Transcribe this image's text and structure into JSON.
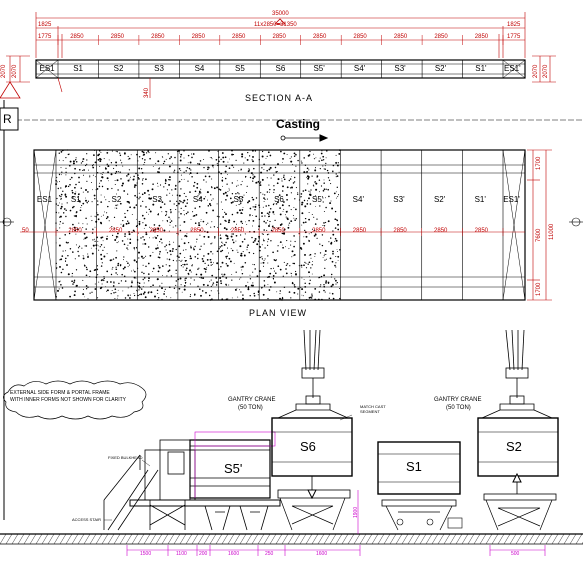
{
  "section": {
    "title": "SECTION A-A",
    "overall_dim": "35000",
    "spans_dim": "11x2850=31350",
    "end_dims_outer": [
      "1825",
      "1825"
    ],
    "end_dims_inner": [
      "1775",
      "1775"
    ],
    "seg_dims": [
      "2850",
      "2850",
      "2850",
      "2850",
      "2850",
      "2850",
      "2850",
      "2850",
      "2850",
      "2850",
      "2850"
    ],
    "segments": [
      "ES1",
      "S1",
      "S2",
      "S3",
      "S4",
      "S5",
      "S6",
      "S5'",
      "S4'",
      "S3'",
      "S2'",
      "S1'",
      "ES1'"
    ],
    "side_dims": [
      "2070",
      "2070",
      "2070",
      "2070"
    ],
    "small_dim": "340"
  },
  "plan": {
    "title": "PLAN VIEW",
    "casting_label": "Casting",
    "segments": [
      "ES1",
      "S1",
      "S2",
      "S3",
      "S4",
      "S5",
      "S6",
      "S5'",
      "S4'",
      "S3'",
      "S2'",
      "S1'",
      "ES1'"
    ],
    "mid_dims": [
      "50",
      "2850",
      "2850",
      "2850",
      "2850",
      "2850",
      "2850",
      "2850",
      "2850",
      "2850",
      "2850",
      "2850"
    ],
    "right_dims": [
      "1700",
      "11000",
      "7600",
      "1700"
    ]
  },
  "elevation": {
    "note_line1": "EXTERNAL SIDE FORM & PORTAL FRAME",
    "note_line2": "WITH INNER FORMS NOT SHOWN FOR CLARITY",
    "crane1_line1": "GANTRY CRANE",
    "crane1_line2": "(50 TON)",
    "crane2_line1": "GANTRY CRANE",
    "crane2_line2": "(50 TON)",
    "match_cast_line1": "MATCH CAST",
    "match_cast_line2": "SEGMENT",
    "fixed_bulkhead": "FIXED BULKHEAD",
    "access_stair": "ACCESS STAIR",
    "segments": [
      "S5'",
      "S6",
      "S1",
      "S2"
    ],
    "height_dim": "1900",
    "bottom_dims": [
      "1500",
      "1100",
      "200",
      "1600",
      "250",
      "1600"
    ],
    "right_bottom_dim": "500",
    "left_marker": "R"
  }
}
